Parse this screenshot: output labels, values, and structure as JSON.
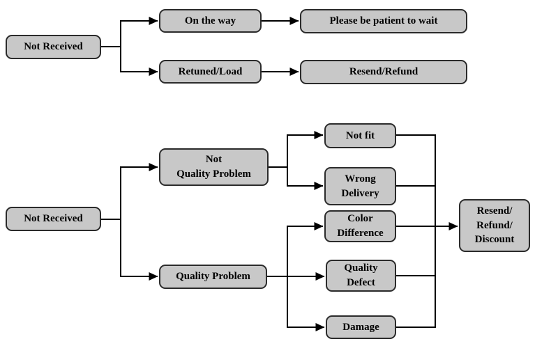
{
  "diagram": {
    "background_color": "#ffffff",
    "box_fill_color": "#c8c8c8",
    "box_border_color": "#2b2b2b",
    "connector_color": "#000000",
    "text_color": "#000000",
    "flow1": {
      "root": "Not Received",
      "on_the_way": "On the way",
      "patient": "Please be patient to wait",
      "retuned_load": "Retuned/Load",
      "resend_refund": "Resend/Refund"
    },
    "flow2": {
      "root": "Not Received",
      "not_quality_problem": "Not\nQuality Problem",
      "quality_problem": "Quality Problem",
      "not_fit": "Not fit",
      "wrong_delivery": "Wrong\nDelivery",
      "color_difference": "Color\nDifference",
      "quality_defect": "Quality\nDefect",
      "damage": "Damage",
      "resend_refund_discount": "Resend/\nRefund/\nDiscount"
    }
  }
}
